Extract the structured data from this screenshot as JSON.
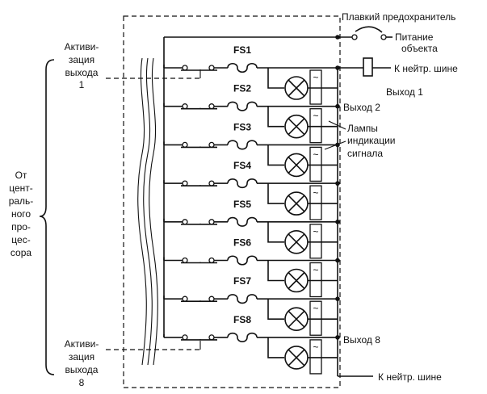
{
  "labels": {
    "fuse_main": "Плавкий предохранитель",
    "power_line1": "Питание",
    "power_line2": "объекта",
    "neutral_top": "К нейтр. шине",
    "neutral_bottom": "К нейтр. шине",
    "output1": "Выход 1",
    "output2": "Выход 2",
    "output8": "Выход 8",
    "lamps_line1": "Лампы",
    "lamps_line2": "индикации",
    "lamps_line3": "сигнала",
    "act1_line1": "Активи-",
    "act1_line2": "зация",
    "act1_line3": "выхода",
    "act1_line4": "1",
    "act8_line1": "Активи-",
    "act8_line2": "зация",
    "act8_line3": "выхода",
    "act8_line4": "8",
    "cpu_line1": "От",
    "cpu_line2": "цент-",
    "cpu_line3": "раль-",
    "cpu_line4": "ного",
    "cpu_line5": "про-",
    "cpu_line6": "цес-",
    "cpu_line7": "сора",
    "tilde": "~"
  },
  "fuses": [
    "FS1",
    "FS2",
    "FS3",
    "FS4",
    "FS5",
    "FS6",
    "FS7",
    "FS8"
  ]
}
